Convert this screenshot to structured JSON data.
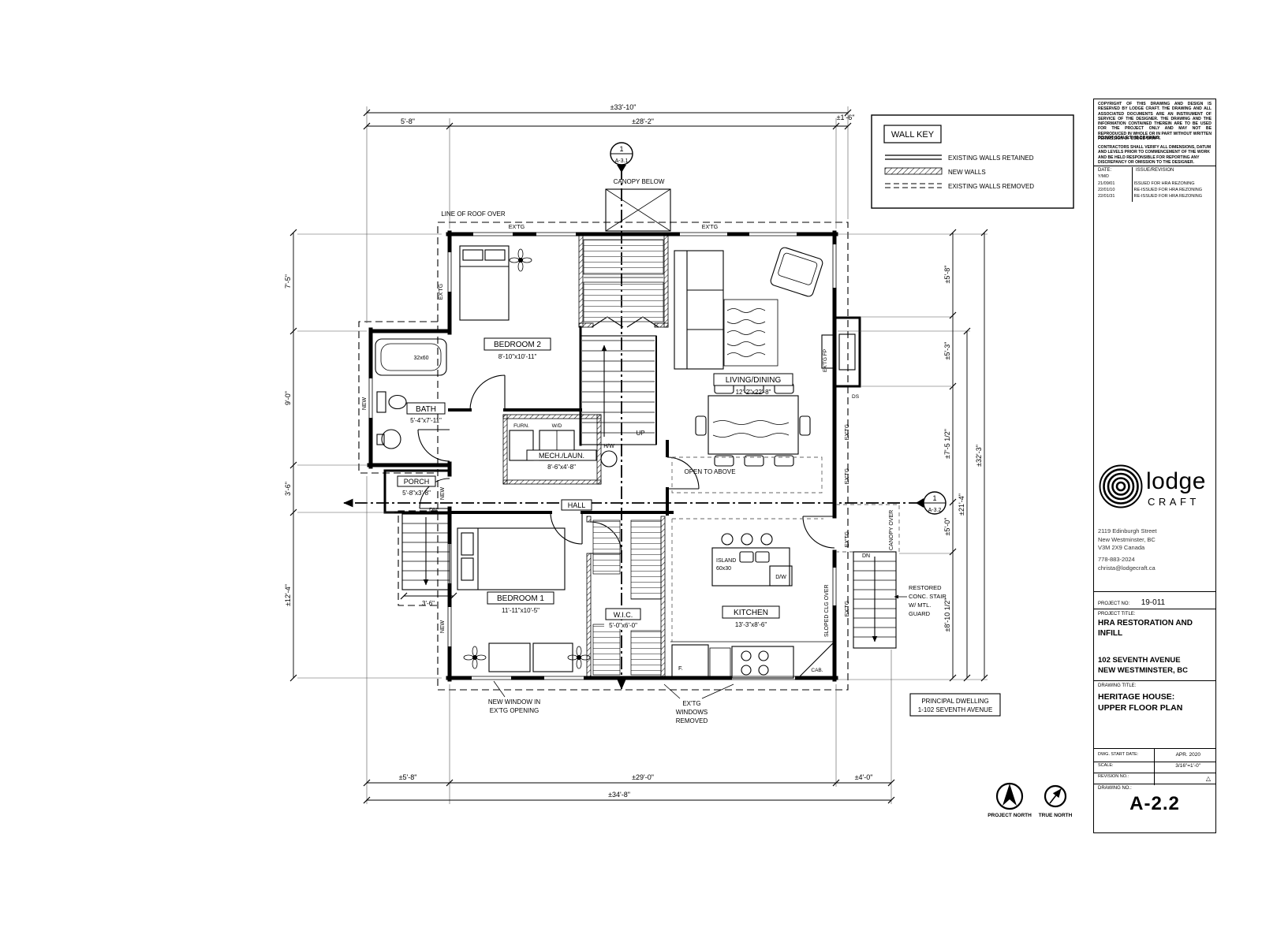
{
  "labels": {
    "line_of_roof_over": "LINE OF ROOF OVER",
    "canopy_below": "CANOPY BELOW",
    "extg": "EX'TG",
    "extg_fp": "EX'TG FP",
    "ds": "DS",
    "new": "NEW",
    "open_to_above": "OPEN TO ABOVE",
    "up": "UP",
    "dn": "DN",
    "hw": "H/W",
    "furn": "FURN.",
    "wd": "W/D",
    "tub_size": "32x60",
    "island": "ISLAND",
    "island_size": "60x30",
    "dw": "D/W",
    "fridge": "F.",
    "cab": "CAB.",
    "sloped_clg": "SLOPED CLG OVER",
    "canopy_over": "CANOPY OVER",
    "restored_1": "RESTORED",
    "restored_2": "CONC. STAIR",
    "restored_3": "W/ MTL.",
    "restored_4": "GUARD",
    "new_window_1": "NEW WINDOW IN",
    "new_window_2": "EX'TG OPENING",
    "removed_1": "EX'TG",
    "removed_2": "WINDOWS",
    "removed_3": "REMOVED",
    "principal_1": "PRINCIPAL DWELLING",
    "principal_2": "1-102 SEVENTH AVENUE"
  },
  "rooms": {
    "bedroom2": {
      "name": "BEDROOM 2",
      "dims": "8'-10\"x10'-11\""
    },
    "living": {
      "name": "LIVING/DINING",
      "dims": "12'-2\"x22'-8\""
    },
    "bath": {
      "name": "BATH",
      "dims": "5'-4\"x7'-11\""
    },
    "mech": {
      "name": "MECH./LAUN.",
      "dims": "8'-6\"x4'-8\""
    },
    "porch": {
      "name": "PORCH",
      "dims": "5'-8\"x3'-8\""
    },
    "hall": {
      "name": "HALL"
    },
    "bedroom1": {
      "name": "BEDROOM 1",
      "dims": "11'-11\"x10'-5\""
    },
    "wic": {
      "name": "W.I.C.",
      "dims": "5'-0\"x6'-0\""
    },
    "kitchen": {
      "name": "KITCHEN",
      "dims": "13'-3\"x8'-6\""
    }
  },
  "dimensions": {
    "top_overall": "±33'-10\"",
    "top_left": "5'-8\"",
    "top_main": "±28'-2\"",
    "top_right": "±1'-6\"",
    "left_1": "7'-5\"",
    "left_2": "9'-0\"",
    "left_3": "3'-6\"",
    "left_4": "±12'-4\"",
    "inner_3_6": "3'-6\"",
    "bottom_left": "±5'-8\"",
    "bottom_main": "±29'-0\"",
    "bottom_right": "±4'-0\"",
    "bottom_overall": "±34'-8\"",
    "right_1": "±5'-8\"",
    "right_2": "±5'-3\"",
    "right_3": "±7'-5 1/2\"",
    "right_4": "±5'-0\"",
    "right_5": "±8'-10 1/2\"",
    "right_inner": "±21'-4\"",
    "right_overall": "±32'-3\""
  },
  "section_markers": {
    "top": {
      "num": "1",
      "sheet": "A-3.1"
    },
    "right": {
      "num": "1",
      "sheet": "A-3.2"
    }
  },
  "wall_key": {
    "title": "WALL KEY",
    "items": [
      {
        "label": "EXISTING WALLS RETAINED"
      },
      {
        "label": "NEW WALLS"
      },
      {
        "label": "EXISTING WALLS REMOVED"
      }
    ]
  },
  "north": {
    "project_north": "PROJECT NORTH",
    "true_north": "TRUE NORTH"
  },
  "icons": {
    "revision_delta": "△"
  },
  "title_block": {
    "copyright": "COPYRIGHT OF THIS DRAWING AND DESIGN IS RESERVED BY LODGE CRAFT. THE DRAWING AND ALL ASSOCIATED DOCUMENTS ARE AN INSTRUMENT OF SERVICE OF THE DESIGNER. THE DRAWING AND THE INFORMATION CONTAINED THEREIN ARE TO BE USED FOR THE PROJECT ONLY AND MAY NOT BE REPRODUCED IN WHOLE OR IN PART WITHOUT WRITTEN PERMISSION OF LODGE CRAFT.",
    "do_not_scale": "DO NOT SCALE THIS DRAWING.",
    "contractors_note": "CONTRACTORS SHALL VERIFY ALL DIMENSIONS, DATUM AND LEVELS PRIOR TO COMMENCEMENT OF THE WORK AND BE HELD RESPONSIBLE FOR REPORTING ANY DISCREPANCY OR OMISSION TO THE DESIGNER.",
    "date_label": "DATE:",
    "date_sub": "Y/M/D",
    "issue_label": "ISSUE/REVISION",
    "revisions": [
      {
        "date": "21/09/01",
        "desc": "ISSUED FOR HRA REZONING"
      },
      {
        "date": "22/01/10",
        "desc": "RE-ISSUED FOR HRA REZONING"
      },
      {
        "date": "22/01/31",
        "desc": "RE-ISSUED FOR HRA REZONING"
      }
    ],
    "logo_word1": "lodge",
    "logo_word2": "CRAFT",
    "address_line1": "2119 Edinburgh Street",
    "address_line2": "New Westminster, BC",
    "address_line3": "V3M 2X9 Canada",
    "phone": "778-883-2024",
    "email": "christa@lodgecraft.ca",
    "project_no_label": "PROJECT NO:",
    "project_no": "19-011",
    "project_title_label": "PROJECT TITLE:",
    "project_title_1": "HRA RESTORATION AND INFILL",
    "project_title_2": "102 SEVENTH AVENUE",
    "project_title_3": "NEW WESTMINSTER, BC",
    "drawing_title_label": "DRAWING TITLE:",
    "drawing_title_1": "HERITAGE HOUSE:",
    "drawing_title_2": "UPPER FLOOR PLAN",
    "dwg_start_label": "DWG. START DATE:",
    "dwg_start": "APR. 2020",
    "scale_label": "SCALE:",
    "scale": "3/16\"=1'-0\"",
    "revision_no_label": "REVISION NO.:",
    "drawing_no_label": "DRAWING NO.:",
    "drawing_no": "A-2.2"
  }
}
